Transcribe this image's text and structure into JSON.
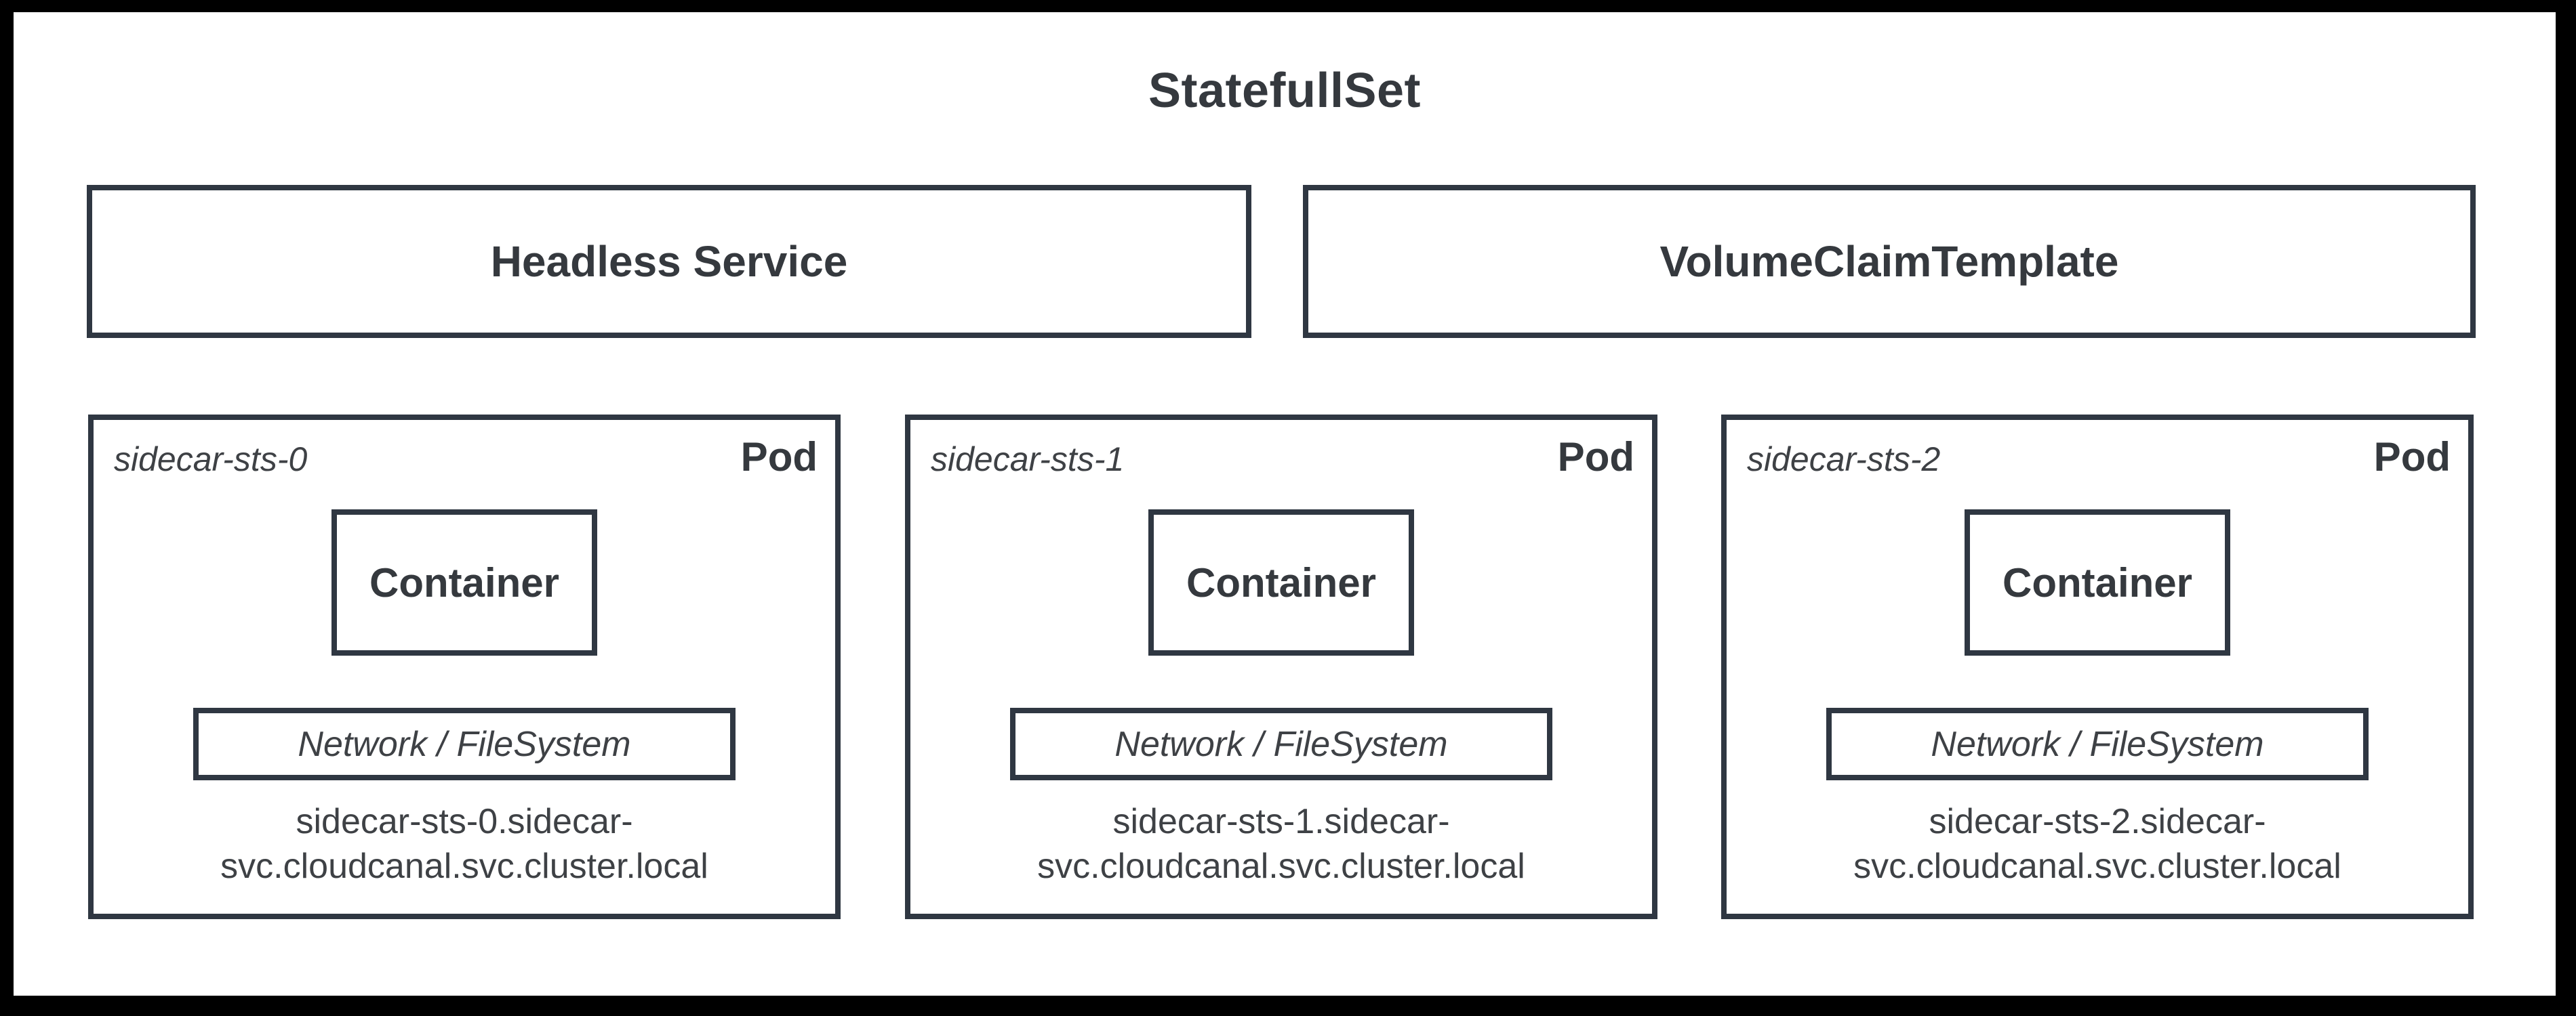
{
  "diagram": {
    "title": "StatefullSet",
    "colors": {
      "frame": "#000000",
      "background": "#ffffff",
      "border": "#2f3742",
      "text": "#3e4145"
    },
    "top_row": {
      "headless_service_label": "Headless Service",
      "volume_claim_template_label": "VolumeClaimTemplate"
    },
    "pods": [
      {
        "name": "sidecar-sts-0",
        "badge": "Pod",
        "container_label": "Container",
        "network_label": "Network / FileSystem",
        "dns_line1": "sidecar-sts-0.sidecar-",
        "dns_line2": "svc.cloudcanal.svc.cluster.local"
      },
      {
        "name": "sidecar-sts-1",
        "badge": "Pod",
        "container_label": "Container",
        "network_label": "Network / FileSystem",
        "dns_line1": "sidecar-sts-1.sidecar-",
        "dns_line2": "svc.cloudcanal.svc.cluster.local"
      },
      {
        "name": "sidecar-sts-2",
        "badge": "Pod",
        "container_label": "Container",
        "network_label": "Network / FileSystem",
        "dns_line1": "sidecar-sts-2.sidecar-",
        "dns_line2": "svc.cloudcanal.svc.cluster.local"
      }
    ]
  }
}
